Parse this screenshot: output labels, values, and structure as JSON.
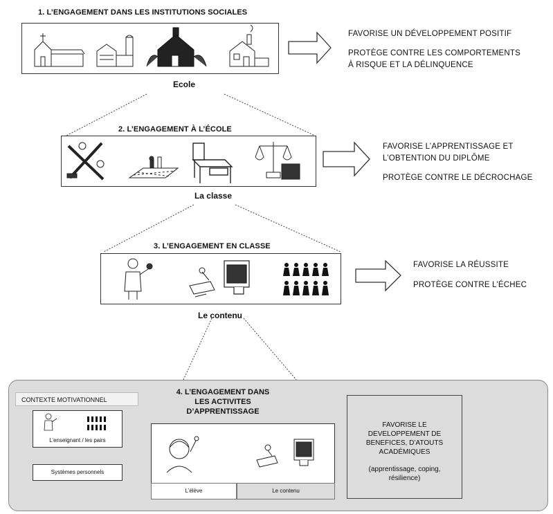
{
  "level1": {
    "title": "1. L’ENGAGEMENT DANS LES INSTITUTIONS SOCIALES",
    "caption": "Ecole",
    "outcomes": [
      "FAVORISE UN DÉVELOPPEMENT POSITIF",
      "PROTÈGE CONTRE LES COMPORTEMENTS",
      "À RISQUE ET LA DÉLINQUENCE"
    ]
  },
  "level2": {
    "title": "2. L’ENGAGEMENT À L’ÉCOLE",
    "caption": "La classe",
    "outcomes": [
      "FAVORISE L’APPRENTISSAGE ET",
      "L’OBTENTION DU DIPLÔME",
      "PROTÈGE CONTRE LE DÉCROCHAGE"
    ]
  },
  "level3": {
    "title": "3. L’ENGAGEMENT EN CLASSE",
    "caption": "Le contenu",
    "outcomes": [
      "FAVORISE LA RÉUSSITE",
      "PROTÈGE CONTRE L’ÉCHEC"
    ]
  },
  "level4": {
    "context_label": "CONTEXTE MOTIVATIONNEL",
    "title_lines": [
      "4. L’ENGAGEMENT DANS",
      "LES ACTIVITES",
      "D’APPRENTISSAGE"
    ],
    "teacher_label": "L’enseignant / les pairs",
    "systems_label": "Systèmes personnels",
    "student_label": "L’élève",
    "content_label": "Le contenu",
    "benefit_lines": [
      "FAVORISE LE",
      "DEVELOPPEMENT DE",
      "BENEFICES, D’ATOUTS",
      "ACADÉMIQUES"
    ],
    "benefit_note_lines": [
      "(apprentissage, coping,",
      "résilience)"
    ]
  },
  "colors": {
    "panel": "#dcdcdc",
    "line": "#333333"
  }
}
